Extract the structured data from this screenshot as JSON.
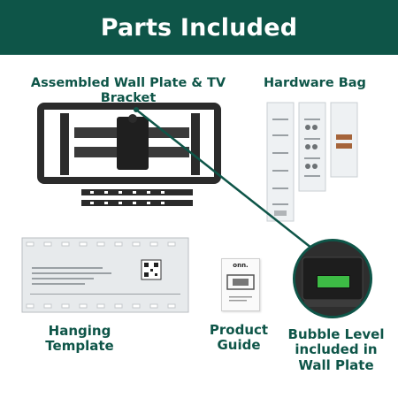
{
  "header": {
    "title": "Parts Included"
  },
  "labels": {
    "bracket": "Assembled Wall Plate & TV Bracket",
    "hardware": "Hardware Bag",
    "template": "Hanging Template",
    "guide": "Product Guide",
    "level": "Bubble Level included in Wall Plate"
  },
  "guide": {
    "brand": "onn."
  },
  "colors": {
    "accent": "#0e5548",
    "bubble": "#3dbb45",
    "metal": "#2b2b2b"
  }
}
